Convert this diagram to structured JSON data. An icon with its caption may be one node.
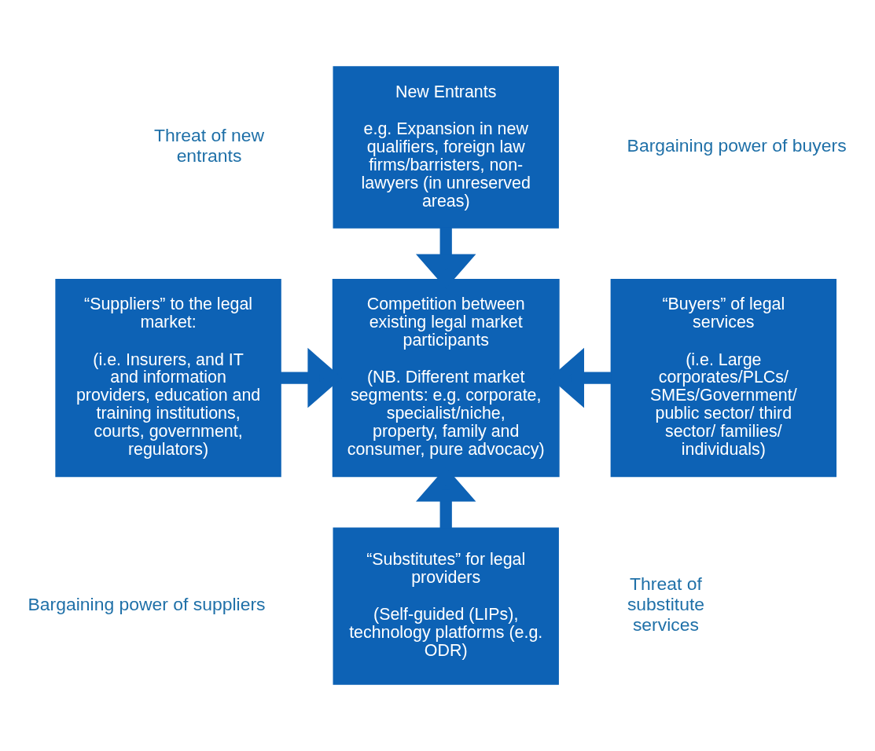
{
  "diagram": {
    "nodes": [
      {
        "text": [
          "New Entrants",
          "e.g. Expansion in new qualifiers, foreign law firms/barristers, non-lawyers (in unreserved areas)"
        ]
      },
      {
        "text": [
          "“Suppliers” to the legal market:",
          "(i.e. Insurers, and IT and information providers, education and training institutions, courts, government, regulators)"
        ]
      },
      {
        "text": [
          "Competition between existing legal market participants",
          "(NB. Different market segments: e.g. corporate, specialist/niche, property, family and consumer, pure advocacy)"
        ]
      },
      {
        "text": [
          "“Buyers” of legal services",
          "(i.e. Large corporates/PLCs/ SMEs/Government/ public sector/ third sector/ families/ individuals)"
        ]
      },
      {
        "text": [
          "“Substitutes” for legal providers",
          "(Self-guided (LIPs), technology platforms (e.g. ODR)"
        ]
      }
    ],
    "edges": [
      {
        "from": 0,
        "to": 2,
        "arrow": "to"
      },
      {
        "from": 1,
        "to": 2,
        "arrow": "to"
      },
      {
        "from": 3,
        "to": 2,
        "arrow": "to"
      },
      {
        "from": 4,
        "to": 2,
        "arrow": "to"
      }
    ],
    "labels": [
      "Threat of new entrants",
      "Bargaining power of buyers",
      "Bargaining power of suppliers",
      "Threat of substitute services"
    ]
  }
}
